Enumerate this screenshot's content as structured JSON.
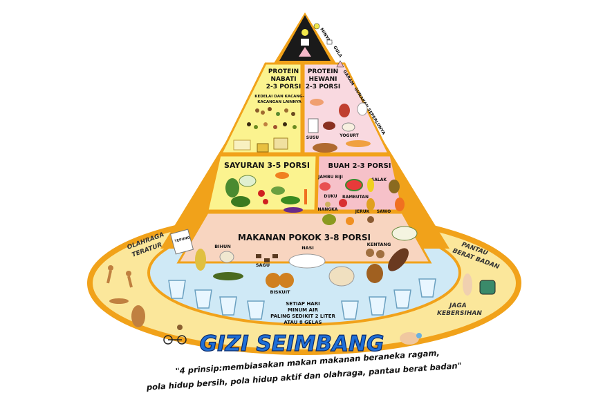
{
  "top": {
    "legend": [
      {
        "label": "MINYAK",
        "color": "#f2e84a"
      },
      {
        "label": "GULA",
        "color": "#ffffff"
      },
      {
        "label": "GARAM",
        "color": "#f4b8c8"
      },
      {
        "label": "GUNAKAN SEPERLUNYA",
        "color": "#ffffff"
      }
    ]
  },
  "protein_nabati": {
    "title1": "PROTEIN",
    "title2": "NABATI",
    "portion": "2-3 PORSI",
    "desc1": "KEDELAI DAN KACANG-",
    "desc2": "KACANGAN LAINNYA"
  },
  "protein_hewani": {
    "title1": "PROTEIN",
    "title2": "HEWANI",
    "portion": "2-3 PORSI",
    "items": {
      "susu": "SUSU",
      "yogurt": "YOGURT"
    }
  },
  "sayuran": {
    "title": "SAYURAN 3-5 PORSI"
  },
  "buah": {
    "title": "BUAH 2-3 PORSI",
    "items": {
      "jambu": "JAMBU BIJI",
      "salak": "SALAK",
      "duku": "DUKU",
      "rambutan": "RAMBUTAN",
      "nangka": "NANGKA",
      "jeruk": "JERUK",
      "sawo": "SAWO"
    }
  },
  "makanan_pokok": {
    "title": "MAKANAN POKOK 3-8 PORSI",
    "items": {
      "tepung": "TEPUNG",
      "bihun": "BIHUN",
      "nasi": "NASI",
      "kentang": "KENTANG",
      "sagu": "SAGU",
      "biskuit": "BISKUIT"
    }
  },
  "air": {
    "line1": "SETIAP HARI",
    "line2": "MINUM AIR",
    "line3": "PALING SEDIKIT 2 LITER",
    "line4": "ATAU 8 GELAS"
  },
  "sides": {
    "olahraga1": "OLAHRAGA",
    "olahraga2": "TERATUR",
    "pantau1": "PANTAU",
    "pantau2": "BERAT BADAN",
    "jaga1": "JAGA",
    "jaga2": "KEBERSIHAN"
  },
  "banner": {
    "title": "GIZI SEIMBANG"
  },
  "principle": {
    "line1": "\"4 prinsip:membiasakan makan makanan beraneka ragam,",
    "line2": "pola hidup bersih, pola hidup aktif dan olahraga, pantau berat badan\""
  }
}
